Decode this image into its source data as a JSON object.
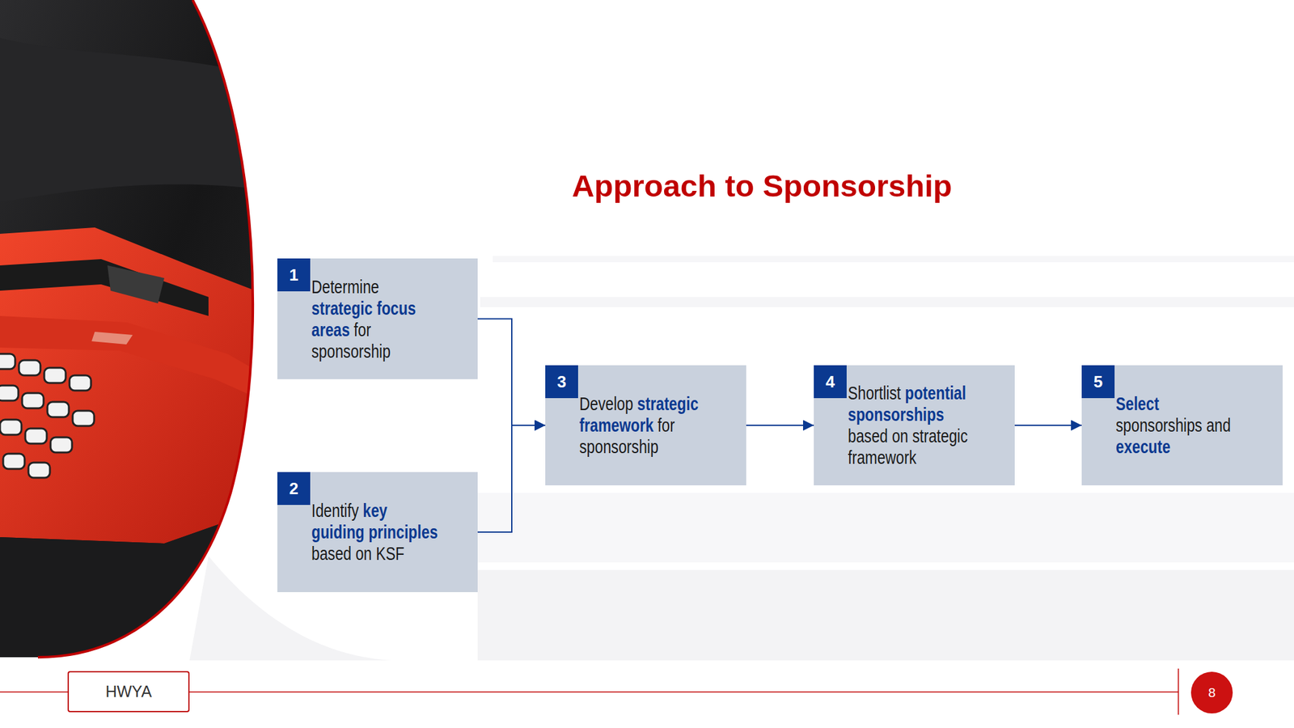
{
  "diagram": {
    "title": "Approach to Sponsorship",
    "nodes": [
      {
        "text": [
          "1",
          "Determine strategic focus areas for sponsorship"
        ]
      },
      {
        "text": [
          "2",
          "Identify key guiding principles based on KSF"
        ]
      },
      {
        "text": [
          "3",
          "Develop strategic framework for sponsorship"
        ]
      },
      {
        "text": [
          "4",
          "Shortlist potential sponsorships based on strategic framework"
        ]
      },
      {
        "text": [
          "5",
          "Select sponsorships and execute"
        ]
      },
      {
        "text": [
          "HWYA"
        ]
      },
      {
        "text": [
          "8"
        ]
      }
    ],
    "edges": [
      {
        "from": 0,
        "to": 2,
        "arrow": "to"
      },
      {
        "from": 1,
        "to": 2,
        "arrow": "to"
      },
      {
        "from": 2,
        "to": 3,
        "arrow": "to"
      },
      {
        "from": 3,
        "to": 4,
        "arrow": "to"
      }
    ]
  }
}
